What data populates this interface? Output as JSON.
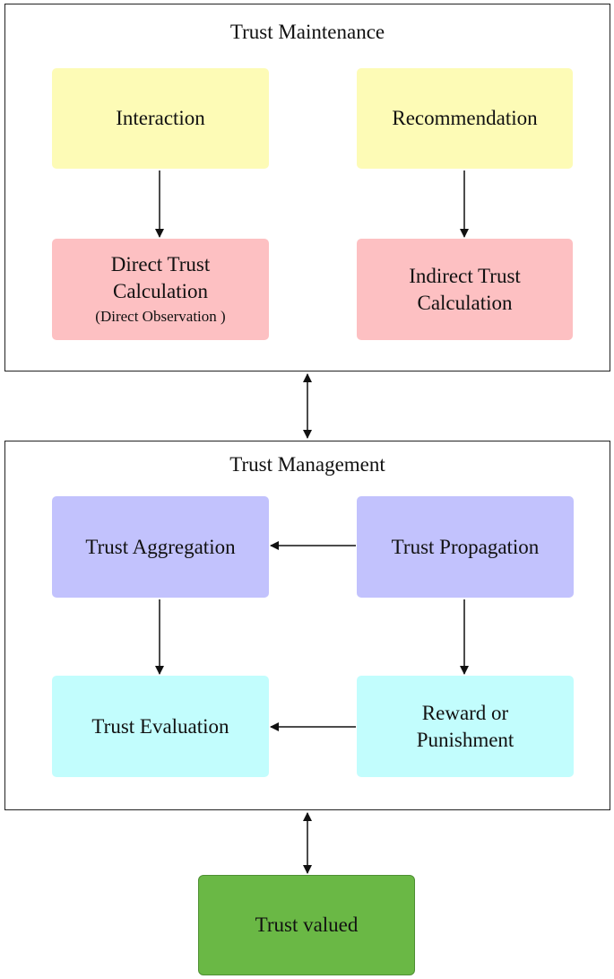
{
  "diagram": {
    "groups": {
      "maintenance": {
        "title": "Trust Maintenance"
      },
      "management": {
        "title": "Trust Management"
      }
    },
    "nodes": {
      "interaction": {
        "label": "Interaction"
      },
      "recommendation": {
        "label": "Recommendation"
      },
      "direct_trust": {
        "line1": "Direct Trust",
        "line2": "Calculation",
        "sub": "(Direct Observation )"
      },
      "indirect_trust": {
        "line1": "Indirect Trust",
        "line2": "Calculation"
      },
      "trust_aggregation": {
        "label": "Trust Aggregation"
      },
      "trust_propagation": {
        "label": "Trust Propagation"
      },
      "trust_evaluation": {
        "label": "Trust Evaluation"
      },
      "reward_punishment": {
        "line1": "Reward or",
        "line2": "Punishment"
      },
      "trust_valued": {
        "label": "Trust valued"
      }
    },
    "edges": [
      {
        "from": "interaction",
        "to": "direct_trust",
        "direction": "forward"
      },
      {
        "from": "recommendation",
        "to": "indirect_trust",
        "direction": "forward"
      },
      {
        "from": "maintenance",
        "to": "management",
        "direction": "both"
      },
      {
        "from": "trust_propagation",
        "to": "trust_aggregation",
        "direction": "forward"
      },
      {
        "from": "trust_aggregation",
        "to": "trust_evaluation",
        "direction": "forward"
      },
      {
        "from": "trust_propagation",
        "to": "reward_punishment",
        "direction": "forward"
      },
      {
        "from": "reward_punishment",
        "to": "trust_evaluation",
        "direction": "forward"
      },
      {
        "from": "management",
        "to": "trust_valued",
        "direction": "both"
      }
    ],
    "colors": {
      "input": "#fdfbb6",
      "calculation": "#fdc0c2",
      "management_top": "#c2c2fd",
      "management_bottom": "#c2fdfd",
      "output": "#6ab845",
      "line": "#111111"
    }
  }
}
